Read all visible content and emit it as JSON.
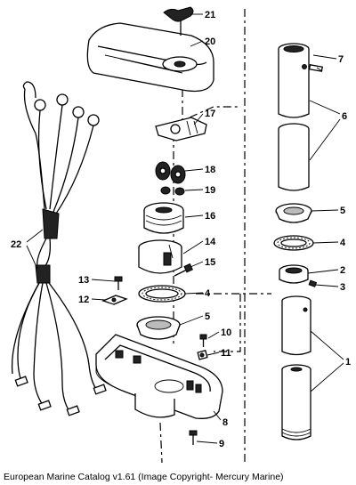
{
  "caption": "European Marine Catalog v1.61 (Image Copyright- Mercury Marine)",
  "callouts": {
    "c1": "1",
    "c2": "2",
    "c3": "3",
    "c4a": "4",
    "c4b": "4",
    "c5a": "5",
    "c5b": "5",
    "c6": "6",
    "c7": "7",
    "c8": "8",
    "c9": "9",
    "c10": "10",
    "c11": "11",
    "c12": "12",
    "c13": "13",
    "c14": "14",
    "c15": "15",
    "c16": "16",
    "c17": "17",
    "c18": "18",
    "c19": "19",
    "c20": "20",
    "c21": "21",
    "c22": "22"
  }
}
